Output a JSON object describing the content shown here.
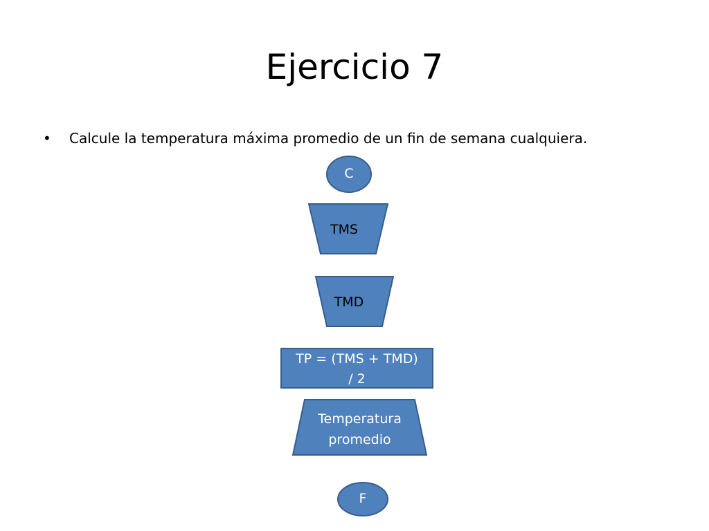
{
  "slide": {
    "title": "Ejercicio 7",
    "bullet_marker": "•",
    "bullet_text": "Calcule la temperatura máxima promedio de un fin de semana cualquiera."
  },
  "flowchart": {
    "start": {
      "label": "C",
      "shape": "circle"
    },
    "input_1": {
      "label": "TMS",
      "shape": "manual-input-trapezoid"
    },
    "input_2": {
      "label": "TMD",
      "shape": "manual-input-trapezoid"
    },
    "process": {
      "line_1": "TP = (TMS + TMD)",
      "line_2": "/ 2",
      "shape": "rectangle"
    },
    "output": {
      "line_1": "Temperatura",
      "line_2": "promedio",
      "shape": "display-trapezoid"
    },
    "end": {
      "label": "F",
      "shape": "circle"
    }
  },
  "colors": {
    "shape_fill": "#4f81bd",
    "shape_stroke": "#385d8a",
    "text_dark": "#000000",
    "text_light": "#ffffff"
  }
}
